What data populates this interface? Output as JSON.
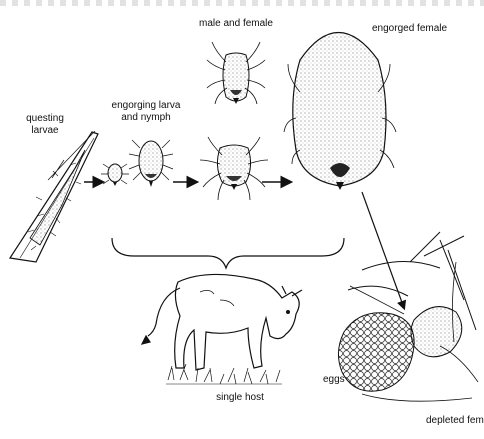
{
  "diagram": {
    "labels": {
      "questing": "questing\nlarvae",
      "engorging": "engorging larva\nand nymph",
      "male_female": "male and female",
      "engorged_female": "engorged female",
      "single_host": "single host",
      "eggs": "eggs",
      "depleted_female": "depleted fema"
    }
  },
  "colors": {
    "ink": "#111111",
    "background": "#ffffff",
    "stipple": "#666666"
  }
}
